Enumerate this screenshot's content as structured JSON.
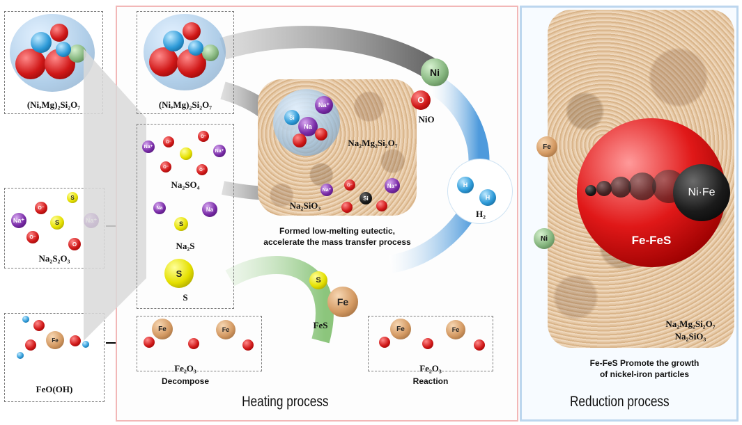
{
  "labels": {
    "mineral_left": "(Ni,Mg)₂Si₂O₇",
    "na2s2o3": "Na₂S₂O₃",
    "feooh": "FeO(OH)",
    "mineral_center": "(Ni,Mg)₂Si₂O₇",
    "na2so4": "Na₂SO₄",
    "na2s": "Na₂S",
    "s": "S",
    "fe2o3_left": "Fe₂O₃",
    "decompose": "Decompose",
    "na2mg2si2o7": "Na₂Mg₂Si₂O₇",
    "na2sio3": "Na₂SiO₃",
    "eutectic_line1": "Formed low-melting eutectic,",
    "eutectic_line2": "accelerate the mass transfer process",
    "nio": "NiO",
    "h2": "H₂",
    "fes": "FeS",
    "fe2o3_right": "Fe₂O₃",
    "reaction": "Reaction",
    "heating_title": "Heating process",
    "reduction_title": "Reduction process",
    "fefes": "Fe-FeS",
    "nife": "Ni·Fe",
    "reduction_na2mg2si2o7": "Na₂Mg₂Si₂O₇",
    "reduction_na2sio3": "Na₂SiO₃",
    "promote_line1": "Fe-FeS Promote the growth",
    "promote_line2": "of nickel-iron particles"
  },
  "atoms": {
    "ni": "Ni",
    "o": "O",
    "fe": "Fe",
    "s": "S",
    "na": "Na",
    "na_plus": "Na⁺",
    "o_minus": "O⁻",
    "si": "Si",
    "h": "H"
  },
  "colors": {
    "heating_border": "#f2b7b7",
    "reduction_border": "#bcd6ee",
    "oxygen": "#d01818",
    "sodium": "#7a2ca8",
    "sulfur": "#e5e000",
    "iron": "#d49a63",
    "nickel": "#86b67f",
    "hydrogen": "#2d9ad8"
  }
}
